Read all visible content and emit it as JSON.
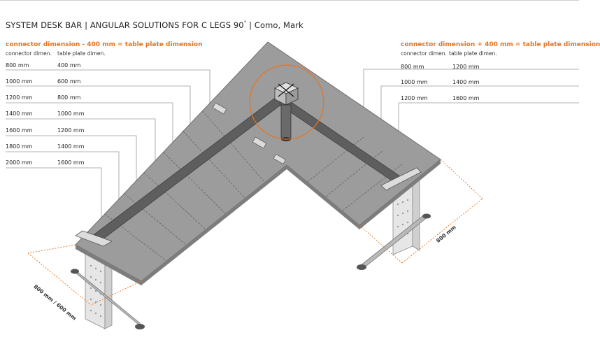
{
  "title": {
    "main": "SYSTEM DESK BAR | ANGULAR SOLUTIONS FOR C LEGS 90",
    "degree": "°",
    "suffix": " | Como, Mark"
  },
  "left_table": {
    "heading": "connector dimension - 400 mm = table plate dimension",
    "col1_header": "connector dimen.",
    "col2_header": "table plate dimen.",
    "rows": [
      {
        "connector": "800 mm",
        "plate": "400 mm"
      },
      {
        "connector": "1000 mm",
        "plate": "600 mm"
      },
      {
        "connector": "1200 mm",
        "plate": "800 mm"
      },
      {
        "connector": "1400 mm",
        "plate": "1000 mm"
      },
      {
        "connector": "1600 mm",
        "plate": "1200 mm"
      },
      {
        "connector": "1800 mm",
        "plate": "1400 mm"
      },
      {
        "connector": "2000 mm",
        "plate": "1600 mm"
      }
    ]
  },
  "right_table": {
    "heading": "connector dimension + 400 mm = table plate dimension",
    "col1_header": "connector dimen.",
    "col2_header": "table plate dimen.",
    "rows": [
      {
        "connector": "800 mm",
        "plate": "1200 mm"
      },
      {
        "connector": "1000 mm",
        "plate": "1400 mm"
      },
      {
        "connector": "1200 mm",
        "plate": "1600 mm"
      }
    ]
  },
  "depth_labels": {
    "left": "800 mm / 600 mm",
    "right": "800 mm"
  },
  "colors": {
    "accent": "#e8731c",
    "plate": "#9c9c9c",
    "plate_dark": "#7d7d7d",
    "frame": "#5e5e5e",
    "leg": "#e6e6e6"
  }
}
